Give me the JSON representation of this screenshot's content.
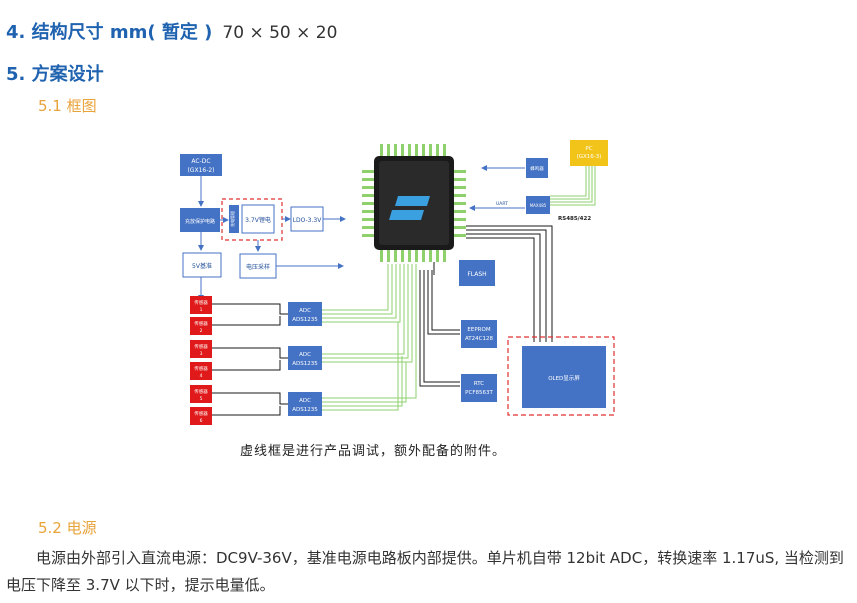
{
  "section4": {
    "title": "4. 结构尺寸 mm( 暂定 )",
    "dimensions": "70 × 50 × 20"
  },
  "section5": {
    "title": "5. 方案设计"
  },
  "section5_1": {
    "title": "5.1 框图"
  },
  "diagram": {
    "acdc": [
      "AC-DC",
      "(GX16-2)"
    ],
    "protect": "充放保护电路",
    "charge": "充电管理",
    "battery": "3.7V锂电",
    "ldo": "LDO-3.3V",
    "ref5v": "5V基准",
    "vsample": "电压采样",
    "buzzer": "蜂鸣器",
    "pc": [
      "PC",
      "(GX16-3)"
    ],
    "uart_label": "UART",
    "rs485_box": "MAX485",
    "rs485_label": "RS485/422",
    "flash": "FLASH",
    "eeprom": [
      "EEPROM",
      "AT24C128"
    ],
    "rtc": [
      "RTC",
      "PCF8563T"
    ],
    "oled": "OLED显示屏",
    "adc_name": "ADC",
    "adc_model": "ADS1235",
    "sensor_label": "传感器",
    "sensors": [
      "1",
      "2",
      "3",
      "4",
      "5",
      "6"
    ],
    "colors": {
      "box": "#4472c4",
      "sensor": "#e01a1a",
      "pc": "#f2c318",
      "chip": "#1a1a1a",
      "pin": "#8ed16c",
      "dash": "#e03030"
    }
  },
  "caption": "虚线框是进行产品调试，额外配备的附件。",
  "section5_2": {
    "title": "5.2 电源"
  },
  "paragraph": "电源由外部引入直流电源：DC9V-36V，基准电源电路板内部提供。单片机自带 12bit ADC，转换速率 1.17uS, 当检测到电压下降至 3.7V 以下时，提示电量低。"
}
